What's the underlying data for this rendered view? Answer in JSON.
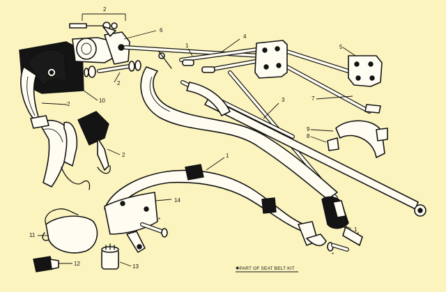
{
  "callouts": {
    "c1a": "1",
    "c1b": "1",
    "c1c": "1",
    "c2a": "2",
    "c2b": "2",
    "c2c": "2",
    "c2d": "2",
    "c3": "3",
    "c4": "4",
    "c5": "5",
    "c6": "6",
    "c7": "7",
    "c8": "8",
    "c9": "9",
    "c10": "10",
    "c11": "11",
    "c12": "12",
    "c13": "13",
    "c14": "14",
    "star": "*"
  },
  "footnote": "✱PART OF SEAT BELT KIT",
  "colors": {
    "background": "#fbf4bf",
    "ink": "#111111",
    "paper": "#fffdf2"
  }
}
